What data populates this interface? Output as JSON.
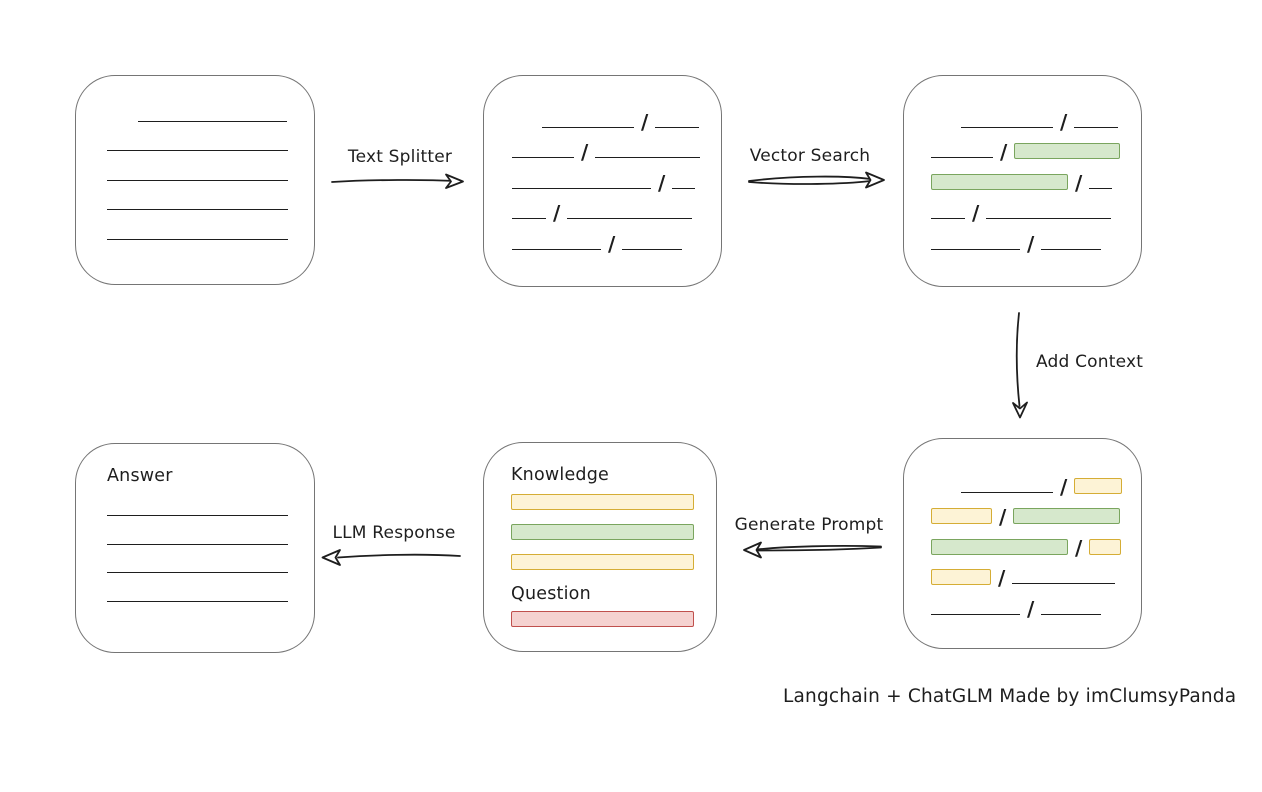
{
  "colors": {
    "line_color": "#1e1e1e",
    "box_border": "#757575",
    "green_fill": "#d6e8cc",
    "green_border": "#7aa55e",
    "yellow_fill": "#fdf3d6",
    "yellow_border": "#d5ad35",
    "red_fill": "#f5d2d0",
    "red_border": "#c0504d"
  },
  "glyphs": {
    "slash": "/"
  },
  "labels": {
    "text_splitter": "Text Splitter",
    "vector_search": "Vector Search",
    "add_context": "Add Context",
    "generate_prompt": "Generate Prompt",
    "llm_response": "LLM Response",
    "knowledge": "Knowledge",
    "question": "Question",
    "answer": "Answer"
  },
  "caption": "Langchain + ChatGLM Made by imClumsyPanda",
  "document_lines": [
    {
      "w": 149,
      "indent": 31
    },
    {
      "w": 181
    },
    {
      "w": 181
    },
    {
      "w": 181
    },
    {
      "w": 181
    }
  ],
  "answer_lines": [
    {
      "w": 181
    },
    {
      "w": 181
    },
    {
      "w": 181
    },
    {
      "w": 181
    }
  ],
  "chunk_rows": [
    {
      "indent": 30,
      "segments": [
        {
          "t": "line",
          "w": 92
        },
        {
          "t": "slash"
        },
        {
          "t": "line",
          "w": 44
        }
      ]
    },
    {
      "segments": [
        {
          "t": "line",
          "w": 62
        },
        {
          "t": "slash"
        },
        {
          "t": "line",
          "w": 105
        }
      ]
    },
    {
      "segments": [
        {
          "t": "line",
          "w": 139
        },
        {
          "t": "slash"
        },
        {
          "t": "line",
          "w": 23
        }
      ]
    },
    {
      "segments": [
        {
          "t": "line",
          "w": 34
        },
        {
          "t": "slash"
        },
        {
          "t": "line",
          "w": 125
        }
      ]
    },
    {
      "segments": [
        {
          "t": "line",
          "w": 89
        },
        {
          "t": "slash"
        },
        {
          "t": "line",
          "w": 60
        }
      ]
    }
  ],
  "retrieved_rows": [
    {
      "indent": 30,
      "segments": [
        {
          "t": "line",
          "w": 92
        },
        {
          "t": "slash"
        },
        {
          "t": "line",
          "w": 44
        }
      ]
    },
    {
      "segments": [
        {
          "t": "line",
          "w": 62
        },
        {
          "t": "slash"
        },
        {
          "t": "green",
          "w": 106
        }
      ]
    },
    {
      "segments": [
        {
          "t": "green",
          "w": 137
        },
        {
          "t": "slash"
        },
        {
          "t": "line",
          "w": 23
        }
      ]
    },
    {
      "segments": [
        {
          "t": "line",
          "w": 34
        },
        {
          "t": "slash"
        },
        {
          "t": "line",
          "w": 125
        }
      ]
    },
    {
      "segments": [
        {
          "t": "line",
          "w": 89
        },
        {
          "t": "slash"
        },
        {
          "t": "line",
          "w": 60
        }
      ]
    }
  ],
  "context_rows": [
    {
      "indent": 30,
      "segments": [
        {
          "t": "line",
          "w": 92
        },
        {
          "t": "slash"
        },
        {
          "t": "yellow",
          "w": 48
        }
      ]
    },
    {
      "segments": [
        {
          "t": "yellow",
          "w": 61
        },
        {
          "t": "slash"
        },
        {
          "t": "green",
          "w": 107
        }
      ]
    },
    {
      "segments": [
        {
          "t": "green",
          "w": 137
        },
        {
          "t": "slash"
        },
        {
          "t": "yellow",
          "w": 32
        }
      ]
    },
    {
      "segments": [
        {
          "t": "yellow",
          "w": 60
        },
        {
          "t": "slash"
        },
        {
          "t": "line",
          "w": 103
        }
      ]
    },
    {
      "segments": [
        {
          "t": "line",
          "w": 89
        },
        {
          "t": "slash"
        },
        {
          "t": "line",
          "w": 60
        }
      ]
    }
  ],
  "prompt_bars": [
    "yellow",
    "green",
    "yellow"
  ],
  "question_bars": [
    "red"
  ]
}
